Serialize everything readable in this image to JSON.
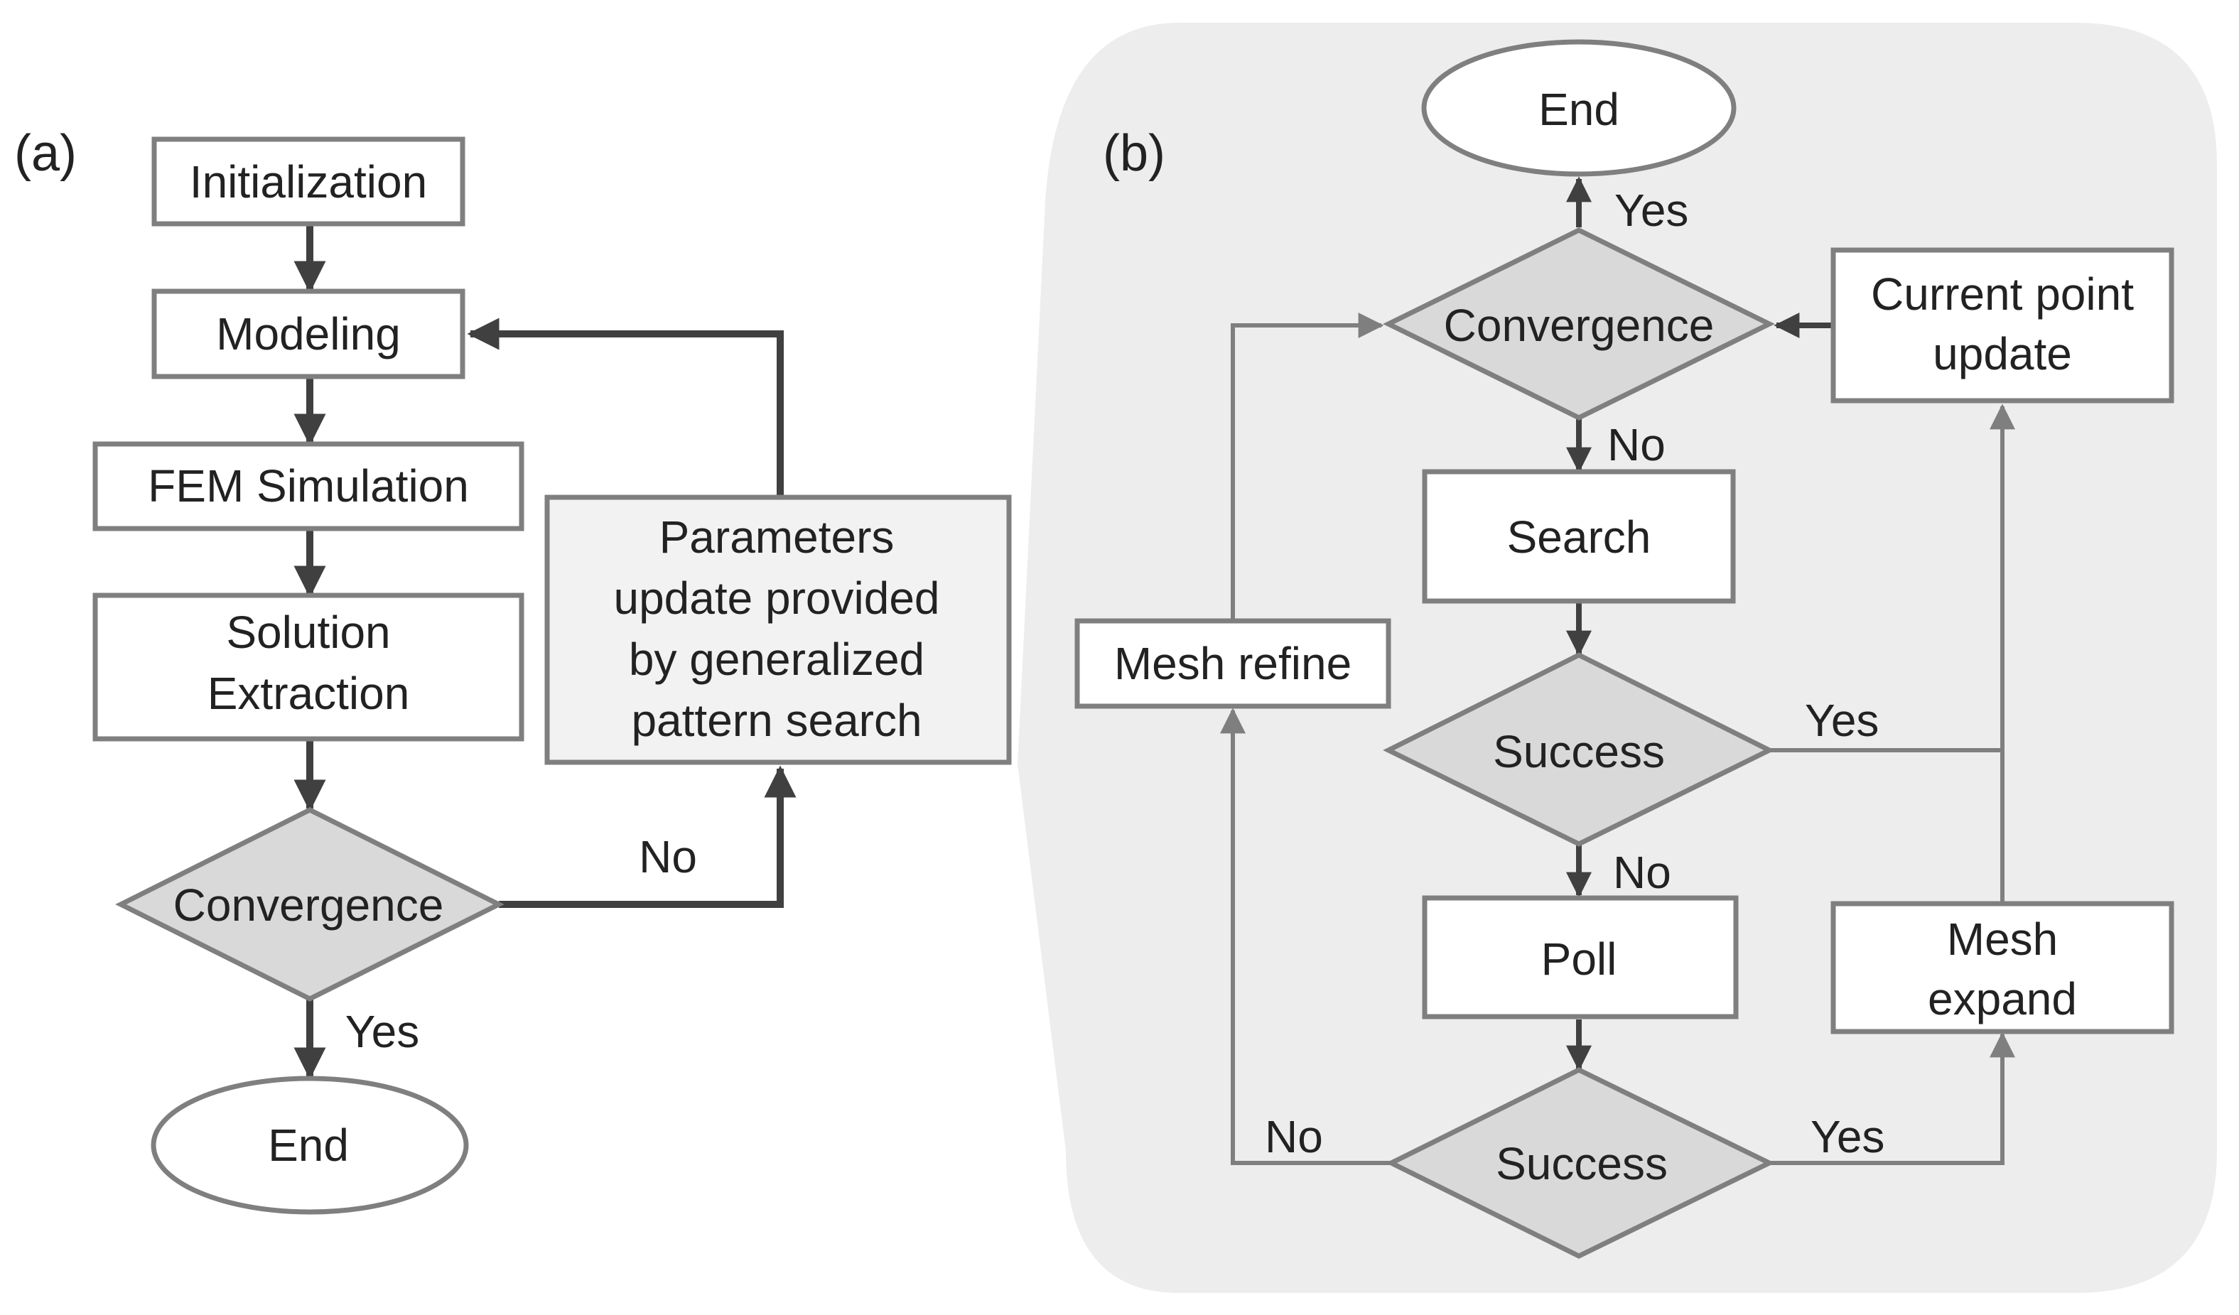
{
  "panel_a": {
    "label": "(a)",
    "initialization": "Initialization",
    "modeling": "Modeling",
    "fem_simulation": "FEM Simulation",
    "solution_extraction": [
      "Solution",
      "Extraction"
    ],
    "convergence": "Convergence",
    "end": "End",
    "parameters_update": [
      "Parameters",
      "update provided",
      "by generalized",
      "pattern search"
    ],
    "yes": "Yes",
    "no": "No"
  },
  "panel_b": {
    "label": "(b)",
    "end": "End",
    "convergence": "Convergence",
    "current_point_update": [
      "Current point",
      "update"
    ],
    "search": "Search",
    "search_success": "Success",
    "poll": "Poll",
    "poll_success": "Success",
    "mesh_refine": "Mesh refine",
    "mesh_expand": [
      "Mesh",
      "expand"
    ],
    "convergence_yes": "Yes",
    "convergence_no": "No",
    "search_success_yes": "Yes",
    "search_success_no": "No",
    "poll_success_yes": "Yes",
    "poll_success_no": "No"
  },
  "colors": {
    "border": "#7f7f7f",
    "arrow": "#404040",
    "diamond_fill": "#d9d9d9",
    "panel_b_background": "#ededed",
    "param_box_fill": "#f2f2f2",
    "text": "#222222"
  }
}
